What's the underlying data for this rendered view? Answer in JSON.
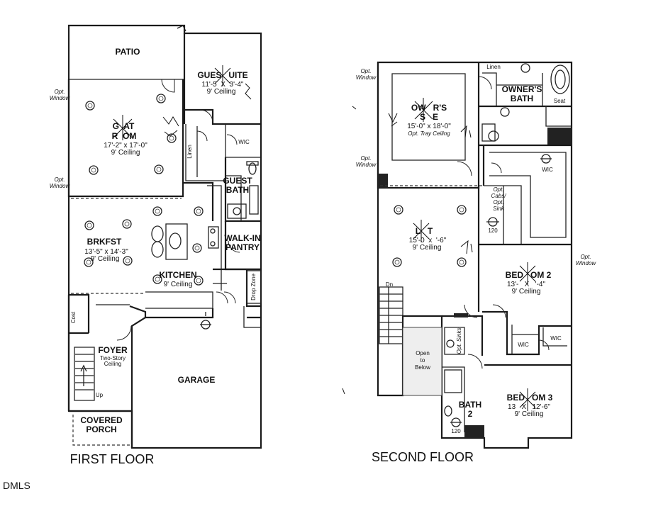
{
  "first_floor": {
    "title": "FIRST FLOOR",
    "rooms": {
      "patio": "PATIO",
      "guest_suite": {
        "name": "GUES   UITE",
        "dims": "11'-5  X  3'-4\"",
        "ceiling": "9' Ceiling"
      },
      "great_room": {
        "name": "G  AT",
        "name2": "R  OM",
        "dims": "17'-2\" x 17'-0\"",
        "ceiling": "9' Ceiling"
      },
      "linen": "Linen",
      "wic": "WIC",
      "guest_bath": {
        "line1": "GUEST",
        "line2": "BATH"
      },
      "walk_in_pantry": {
        "line1": "WALK-IN",
        "line2": "PANTRY"
      },
      "brkfst": {
        "name": "BRKFST",
        "dims": "13'-5\" x 14'-3\"",
        "ceiling": "9' Ceiling"
      },
      "kitchen": {
        "name": "KITCHEN",
        "ceiling": "9' Ceiling"
      },
      "drop_zone": "Drop Zone",
      "cost": "Cost",
      "foyer": {
        "name": "FOYER",
        "line2": "Two-Story",
        "line3": "Ceiling"
      },
      "up": "Up",
      "garage": "GARAGE",
      "covered_porch": {
        "line1": "COVERED",
        "line2": "PORCH"
      }
    },
    "opt_window": {
      "line1": "Opt.",
      "line2": "Window"
    }
  },
  "second_floor": {
    "title": "SECOND FLOOR",
    "rooms": {
      "owners_suite": {
        "name": "OW   R'S",
        "name2": "S   E",
        "dims": "15'-0\" x 18'-0\"",
        "note": "Opt. Tray Ceiling"
      },
      "linen": "Linen",
      "owners_bath": {
        "line1": "OWNER'S",
        "line2": "BATH"
      },
      "seat": "Seat",
      "wic": "WIC",
      "opt_cabs": {
        "line1": "Opt.",
        "line2": "Cabs/",
        "line3": "Opt.",
        "line4": "Sink"
      },
      "loft": {
        "name": "L   T",
        "dims": "15'-0  x  '-6\"",
        "ceiling": "9' Ceiling"
      },
      "bedroom2": {
        "name": "BED   OM 2",
        "dims": "13'-   X   '-4\"",
        "ceiling": "9' Ceiling"
      },
      "dn": "Dn",
      "open_below": {
        "line1": "Open",
        "line2": "to",
        "line3": "Below"
      },
      "opt_sinks": "Opt. Sinks",
      "wic_a": "WIC",
      "wic_b": "WIC",
      "bath2": {
        "line1": "BATH",
        "line2": "2"
      },
      "bedroom3": {
        "name": "BED   OM 3",
        "dims": "13   X   12'-6\"",
        "ceiling": "9' Ceiling"
      }
    },
    "opt_window": {
      "line1": "Opt.",
      "line2": "Window"
    }
  },
  "watermark": "DMLS",
  "fan_label": "120"
}
